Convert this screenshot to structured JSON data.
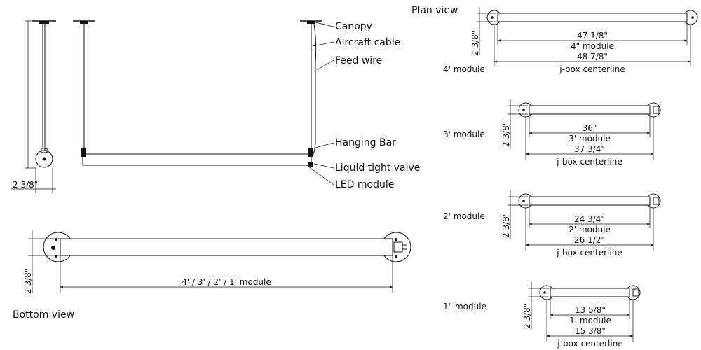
{
  "side_view": {
    "labels": {
      "canopy": "Canopy",
      "aircraft_cable": "Aircraft cable",
      "feed_wire": "Feed wire",
      "hanging_bar": "Hanging Bar",
      "liquid_tight_valve": "Liquid tight valve",
      "led_module": "LED module"
    },
    "end_dim": "2 3/8\""
  },
  "bottom_view": {
    "title": "Bottom view",
    "height_dim": "2 3/8\"",
    "length_dim": "4' / 3' / 2' / 1' module"
  },
  "plan_view": {
    "title": "Plan view",
    "modules": [
      {
        "name": "4' module",
        "height_dim": "2 3/8\"",
        "length": "47 1/8\"",
        "module": "4\" module",
        "jbox": "48 7/8\"",
        "jbox_label": "j-box centerline"
      },
      {
        "name": "3' module",
        "height_dim": "2 3/8\"",
        "length": "36\"",
        "module": "3' module",
        "jbox": "37 3/4\"",
        "jbox_label": "j-box centerline"
      },
      {
        "name": "2' module",
        "height_dim": "2 3/8\"",
        "length": "24 3/4\"",
        "module": "2' module",
        "jbox": "26 1/2\"",
        "jbox_label": "j-box centerline"
      },
      {
        "name": "1\" module",
        "height_dim": "2 3/8\"",
        "length": "13 5/8\"",
        "module": "1' module",
        "jbox": "15 3/8\"",
        "jbox_label": "j-box centerline"
      }
    ]
  }
}
